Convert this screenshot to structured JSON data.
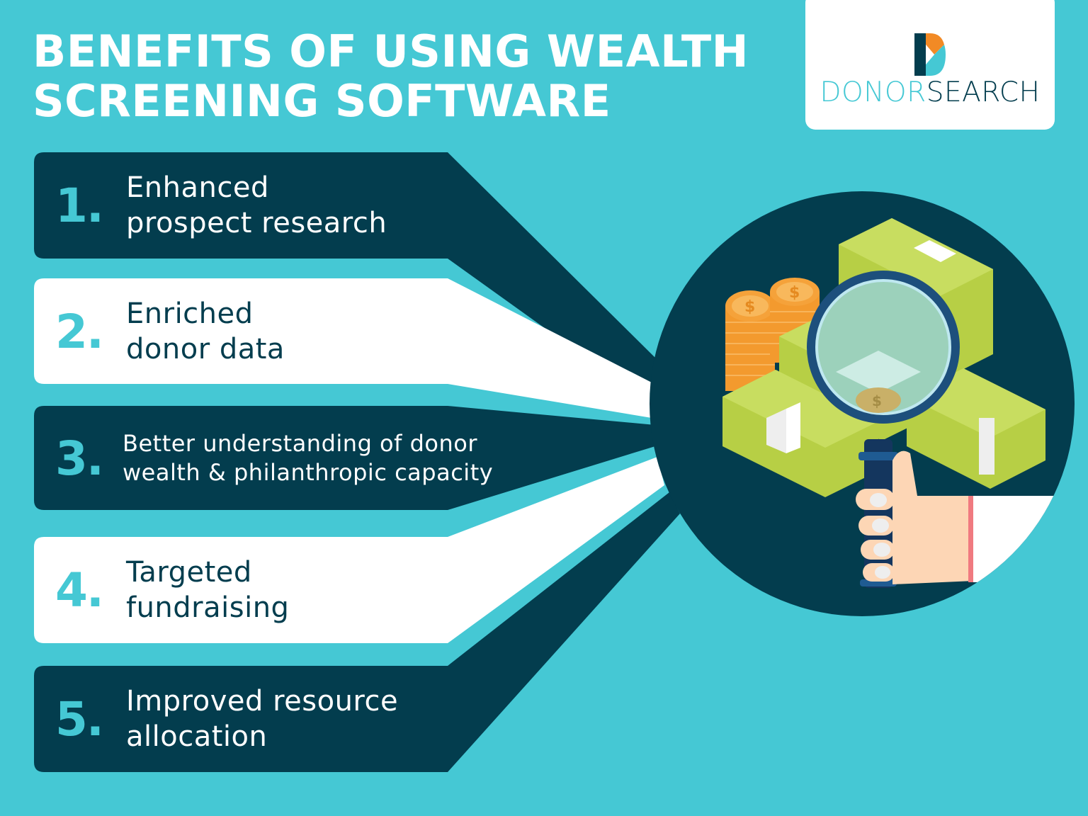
{
  "header": {
    "title_line1": "BENEFITS OF USING WEALTH",
    "title_line2": "SCREENING SOFTWARE"
  },
  "logo": {
    "icon": "donorsearch-d-logo-icon",
    "text_part1": "DONOR",
    "text_part2": "SEARCH"
  },
  "colors": {
    "background": "#45c8d4",
    "dark_navy": "#033d4e",
    "white": "#ffffff",
    "logo_orange": "#f28a25",
    "cash_green": "#c3d957",
    "coin_orange": "#f5a23a",
    "skin": "#fdd6b5",
    "cuff_pink": "#f07a80"
  },
  "benefits": [
    {
      "number": "1.",
      "line1": "Enhanced",
      "line2": "prospect research",
      "style": "dark"
    },
    {
      "number": "2.",
      "line1": "Enriched",
      "line2": "donor data",
      "style": "light"
    },
    {
      "number": "3.",
      "line1": "Better understanding of donor",
      "line2": "wealth & philanthropic capacity",
      "style": "dark"
    },
    {
      "number": "4.",
      "line1": "Targeted",
      "line2": "fundraising",
      "style": "light"
    },
    {
      "number": "5.",
      "line1": "Improved resource",
      "line2": "allocation",
      "style": "dark"
    }
  ],
  "illustration": {
    "description": "hand holding magnifying glass over stacks of cash and coins",
    "icons": [
      "magnifying-glass-icon",
      "cash-stack-icon",
      "coin-stack-icon",
      "hand-icon"
    ]
  }
}
